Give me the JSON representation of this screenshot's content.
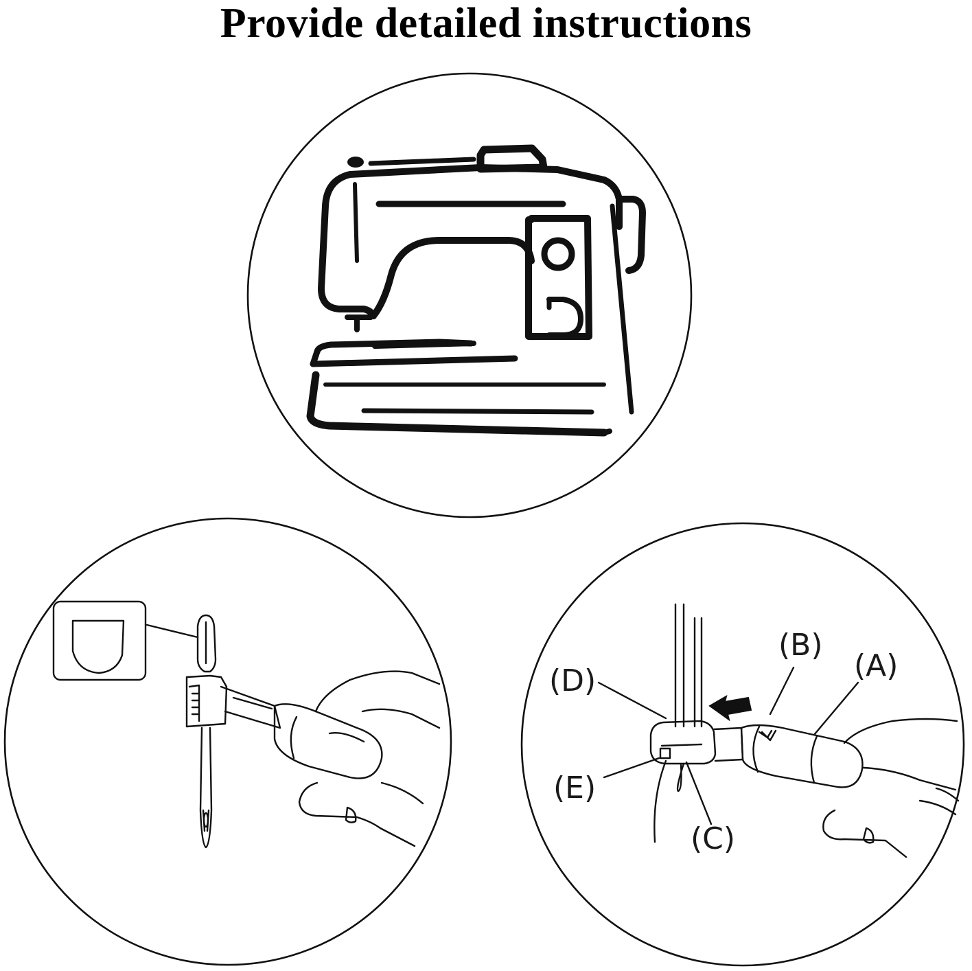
{
  "title": "Provide detailed instructions",
  "ink_color": "#111111",
  "panels": [
    {
      "name": "sewing-machine",
      "icon": "sewing-machine-icon"
    },
    {
      "name": "needle-insertion",
      "icon": "needle-with-threader-icon"
    },
    {
      "name": "threading-tool",
      "icon": "threading-tool-icon"
    }
  ],
  "callouts": {
    "a": "(A)",
    "b": "(B)",
    "c": "(C)",
    "d": "(D)",
    "e": "(E)"
  }
}
